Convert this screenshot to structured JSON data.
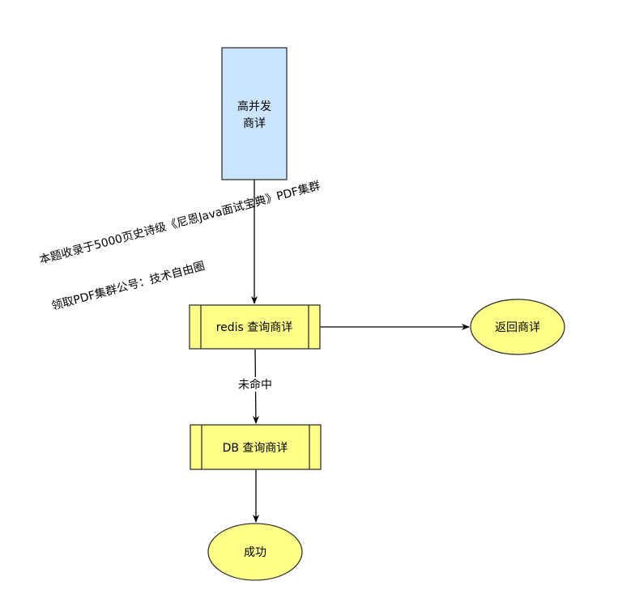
{
  "nodes": {
    "top_box": {
      "line1": "高并发",
      "line2": "商详",
      "fill": "#cce5ff"
    },
    "redis_box": {
      "label": "redis 查询商详",
      "fill": "#ffff88"
    },
    "return_ellipse": {
      "label": "返回商详",
      "fill": "#ffff88"
    },
    "db_box": {
      "label": "DB 查询商详",
      "fill": "#ffff88"
    },
    "success_ellipse": {
      "label": "成功",
      "fill": "#ffff88"
    }
  },
  "edges": {
    "miss_label": "未命中"
  },
  "watermark": {
    "line1": "本题收录于5000页史诗级《尼恩Java面试宝典》PDF集群",
    "line2": "领取PDF集群公号：技术自由圈"
  },
  "colors": {
    "stroke": "#333333",
    "arrow": "#000000"
  }
}
